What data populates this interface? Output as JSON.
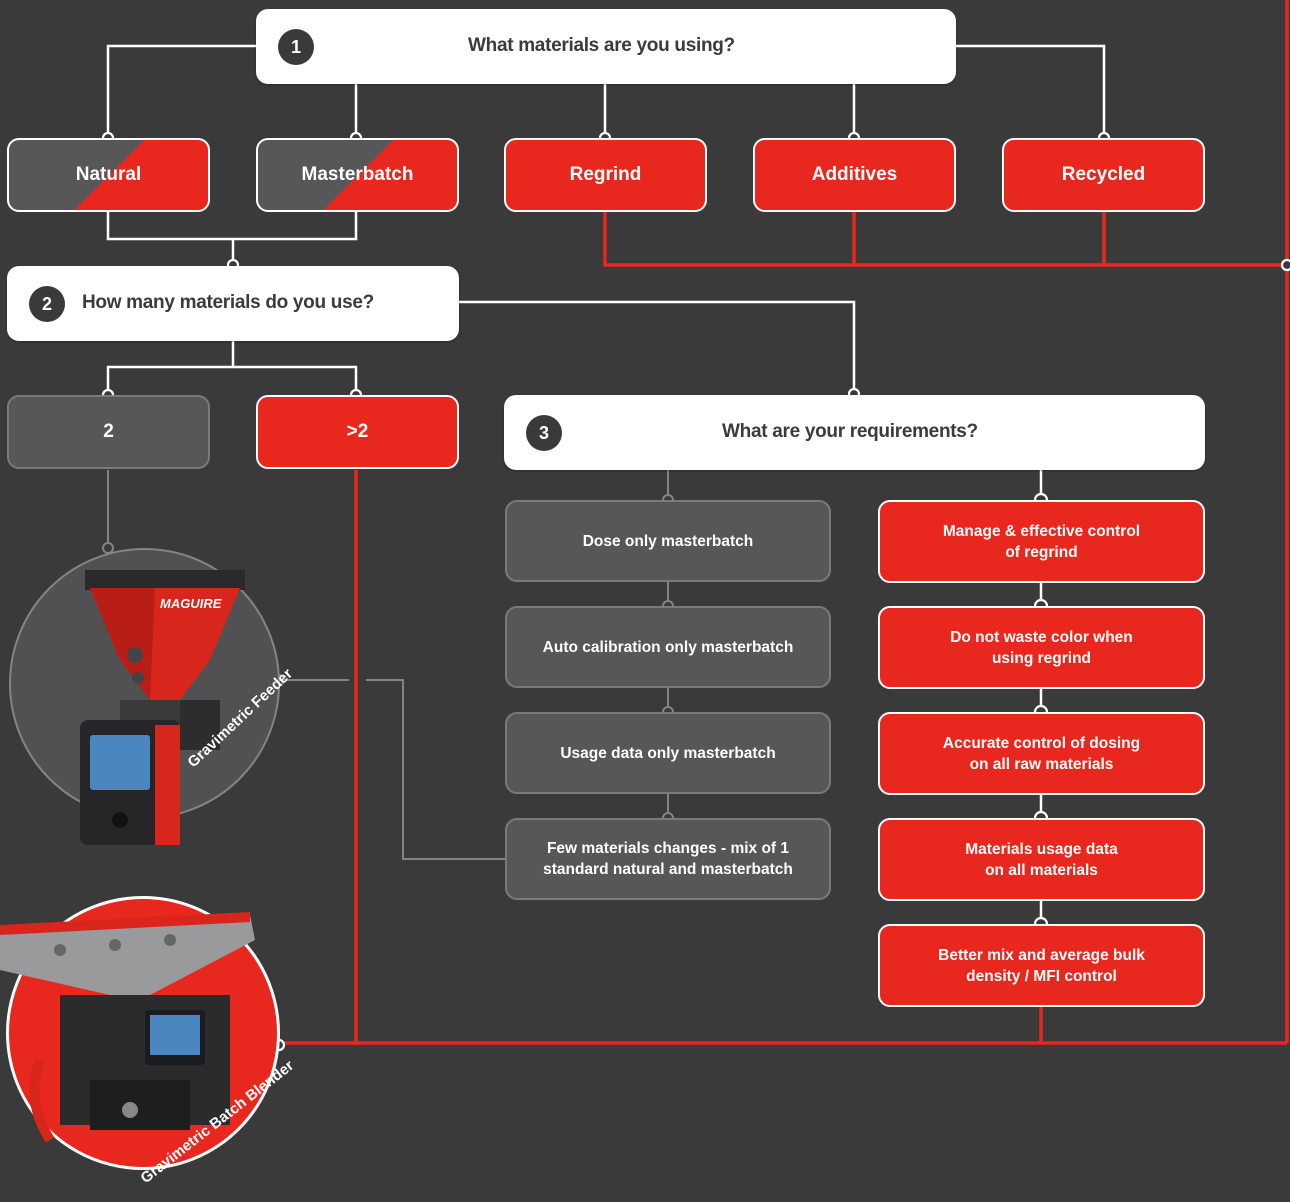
{
  "question1": {
    "number": "1",
    "text": "What materials are you using?"
  },
  "materials": [
    {
      "label": "Natural"
    },
    {
      "label": "Masterbatch"
    },
    {
      "label": "Regrind"
    },
    {
      "label": "Additives"
    },
    {
      "label": "Recycled"
    }
  ],
  "question2": {
    "number": "2",
    "text": "How many materials do you use?"
  },
  "counts": [
    {
      "label": "2"
    },
    {
      "label": ">2"
    }
  ],
  "question3": {
    "number": "3",
    "text": "What are your requirements?"
  },
  "requirements_grey": [
    {
      "line1": "Dose only masterbatch",
      "line2": ""
    },
    {
      "line1": "Auto calibration only masterbatch",
      "line2": ""
    },
    {
      "line1": "Usage data only masterbatch",
      "line2": ""
    },
    {
      "line1": "Few materials changes - mix of 1",
      "line2": "standard natural and masterbatch"
    }
  ],
  "requirements_red": [
    {
      "line1": "Manage & effective control",
      "line2": "of regrind"
    },
    {
      "line1": "Do not waste color when",
      "line2": "using regrind"
    },
    {
      "line1": "Accurate control of dosing",
      "line2": "on all raw materials"
    },
    {
      "line1": "Materials usage data",
      "line2": "on all materials"
    },
    {
      "line1": "Better mix and average bulk",
      "line2": "density / MFI control"
    }
  ],
  "products": {
    "feeder": {
      "label": "Gravimetric Feeder",
      "brand": "MAGUIRE"
    },
    "blender": {
      "label": "Gravimetric Batch Blender"
    }
  },
  "colors": {
    "background": "#3a3a3b",
    "red": "#e8281e",
    "grey_box": "#57575a",
    "white": "#ffffff"
  }
}
